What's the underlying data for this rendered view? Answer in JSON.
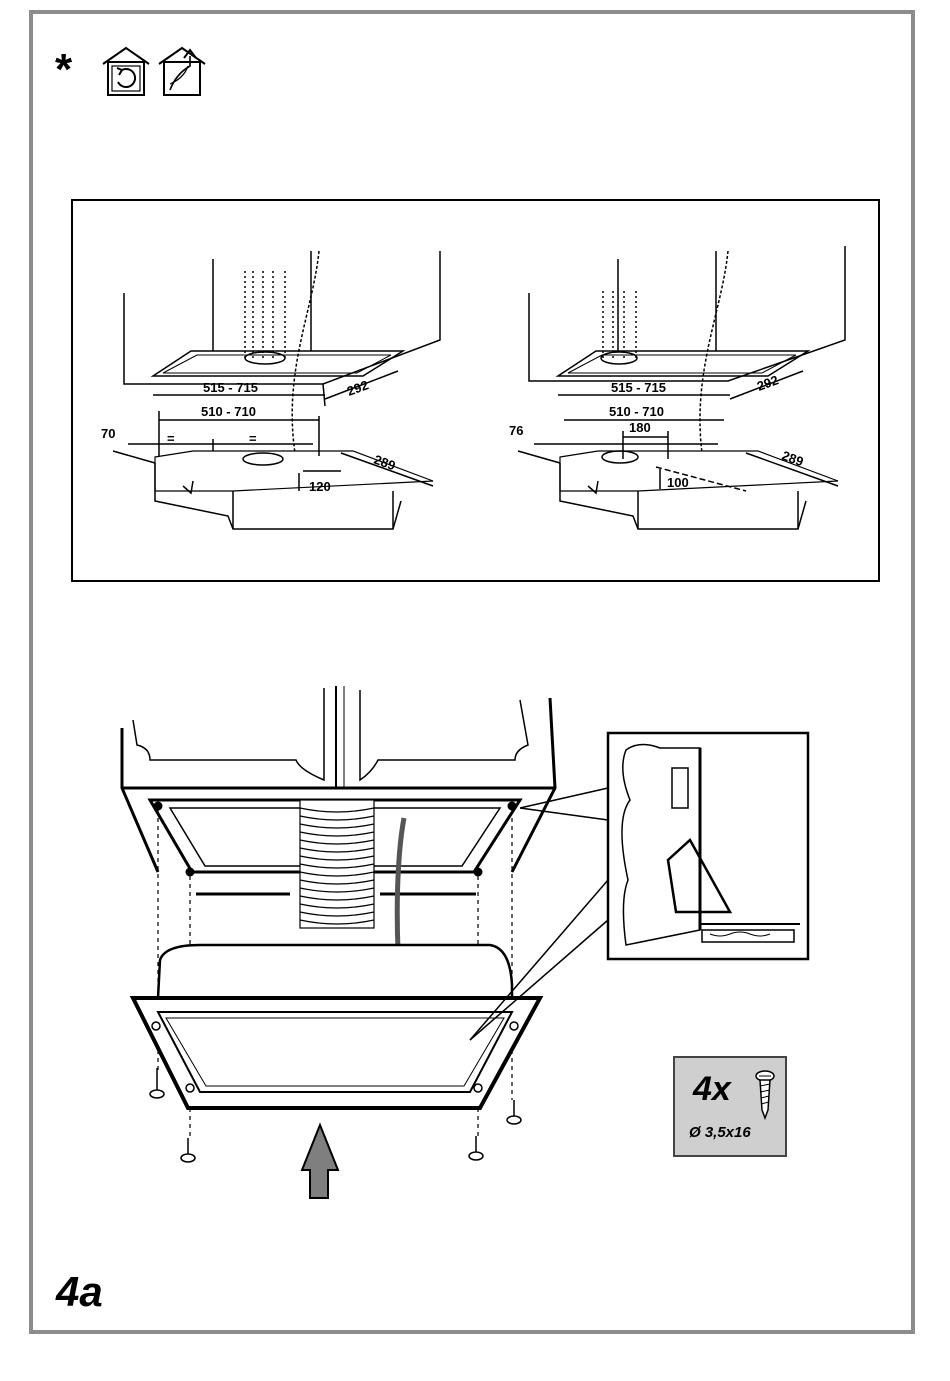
{
  "header": {
    "star": "*"
  },
  "dimensions_left": {
    "outer_width": "515 - 715",
    "inner_width": "510 - 710",
    "depth_top": "292",
    "depth_bottom": "289",
    "offset_left": "70",
    "equal_left": "=",
    "equal_right": "=",
    "cable_offset": "120"
  },
  "dimensions_right": {
    "outer_width": "515 - 715",
    "inner_width": "510 - 710",
    "depth_top": "292",
    "depth_bottom": "289",
    "offset_left": "76",
    "duct_offset": "180",
    "cable_offset": "100"
  },
  "screws": {
    "count": "4x",
    "size": "Ø 3,5x16"
  },
  "figure": {
    "label": "4a"
  }
}
